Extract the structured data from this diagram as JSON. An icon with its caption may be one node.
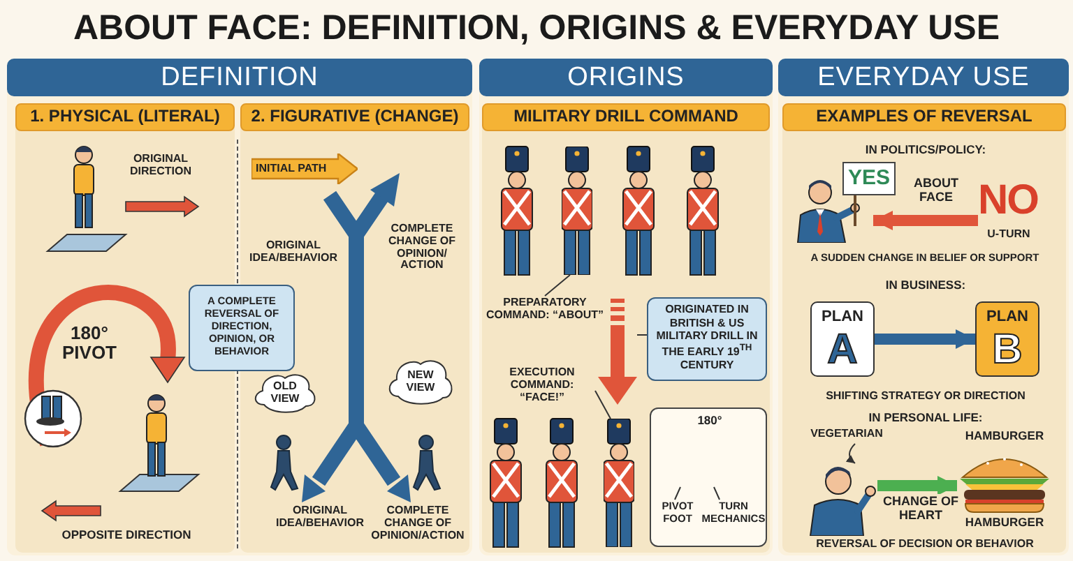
{
  "diagram": {
    "title": "ABOUT FACE: DEFINITION, ORIGINS & EVERYDAY USE",
    "nodes": [
      {
        "text": [
          "DEFINITION"
        ]
      },
      {
        "text": [
          "1. PHYSICAL (LITERAL)"
        ],
        "in": 0
      },
      {
        "text": [
          "2. FIGURATIVE (CHANGE)"
        ],
        "in": 0
      },
      {
        "text": [
          "A COMPLETE REVERSAL OF DIRECTION, OPINION, OR BEHAVIOR"
        ],
        "in": 0
      },
      {
        "text": [
          "INITIAL PATH"
        ],
        "in": 2
      },
      {
        "text": [
          "OLD VIEW"
        ],
        "in": 2
      },
      {
        "text": [
          "NEW VIEW"
        ],
        "in": 2
      },
      {
        "text": [
          "ORIGINS"
        ]
      },
      {
        "text": [
          "MILITARY DRILL COMMAND"
        ],
        "in": 7
      },
      {
        "text": [
          "PREPARATORY COMMAND: “ABOUT”"
        ],
        "in": 8
      },
      {
        "text": [
          "ORIGINATED IN BRITISH & US MILITARY DRILL IN THE EARLY 19$^{TH}$ CENTURY"
        ],
        "in": 8
      },
      {
        "text": [
          "EXECUTION COMMAND: “FACE!”"
        ],
        "in": 8
      },
      {
        "text": [
          "180°"
        ],
        "in": 8
      },
      {
        "text": [
          "PIVOT FOOT"
        ],
        "in": 12
      },
      {
        "text": [
          "TURN MECHANICS"
        ],
        "in": 12
      },
      {
        "text": [
          "EVERYDAY USE"
        ]
      },
      {
        "text": [
          "EXAMPLES OF REVERSAL"
        ],
        "in": 15
      },
      {
        "text": [],
        "shape": "person",
        "in": 16
      },
      {
        "text": [
          "YES"
        ],
        "in": 16
      },
      {
        "text": [
          "NO"
        ],
        "in": 16
      },
      {
        "text": [
          "PLAN",
          "A"
        ],
        "in": 16
      },
      {
        "text": [
          "PLAN",
          "B"
        ],
        "in": 16
      },
      {
        "text": [
          "VEGETARIAN"
        ],
        "in": 16
      },
      {
        "text": [],
        "shape": "person",
        "in": 16
      },
      {
        "text": [],
        "shape": "picture",
        "beside": [
          "HAMBURGER",
          "HAMBURGER"
        ],
        "in": 16
      },
      {
        "text": [],
        "shape": "person",
        "in": 8
      },
      {
        "text": [],
        "shape": "person",
        "in": 8
      },
      {
        "text": [],
        "shape": "arrow",
        "in": 8
      }
    ],
    "edges": [
      {
        "from": 19,
        "to": 17,
        "arrow": "to",
        "label": "ABOUT FACE",
        "style": "thick",
        "color": "#e0553a"
      },
      {
        "from": 20,
        "to": 21,
        "arrow": "to",
        "style": "thick",
        "color": "#2f6596"
      },
      {
        "from": 23,
        "to": 24,
        "arrow": "to",
        "label": "CHANGE OF HEART",
        "style": "thick",
        "color": "#4caf50"
      },
      {
        "from": 22,
        "to": 23,
        "arrow": "to"
      },
      {
        "from": 9,
        "to": 25,
        "arrow": "none"
      },
      {
        "from": 11,
        "to": 26,
        "arrow": "none"
      },
      {
        "from": 10,
        "to": 27,
        "arrow": "none"
      },
      {
        "from": 13,
        "to": null,
        "arrow": "none"
      },
      {
        "from": 14,
        "to": null,
        "arrow": "none"
      }
    ],
    "labels": [
      "ORIGINAL DIRECTION",
      "180° PIVOT",
      "OPPOSITE DIRECTION",
      "ORIGINAL IDEA/BEHAVIOR",
      "COMPLETE CHANGE OF OPINION/ ACTION",
      "ORIGINAL IDEA/BEHAVIOR",
      "COMPLETE CHANGE OF OPINION/ACTION",
      "IN POLITICS/POLICY:",
      "U-TURN",
      "A SUDDEN CHANGE IN BELIEF OR SUPPORT",
      "IN BUSINESS:",
      "SHIFTING STRATEGY OR DIRECTION",
      "IN PERSONAL LIFE:",
      "REVERSAL OF DECISION OR BEHAVIOR"
    ]
  }
}
